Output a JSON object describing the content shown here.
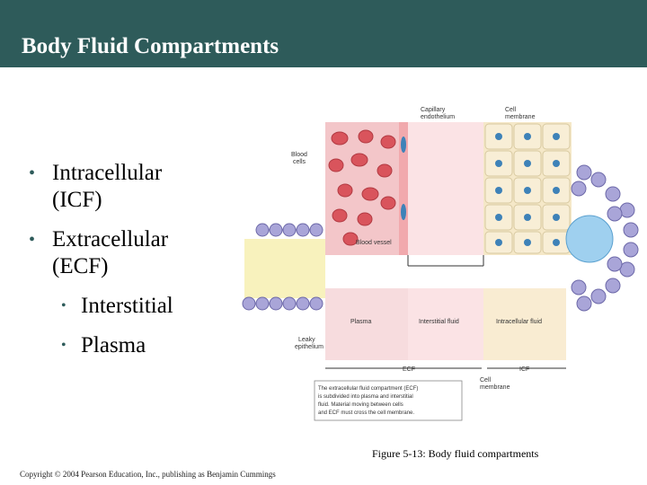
{
  "title": "Body Fluid Compartments",
  "bullets": [
    {
      "text": "Intracellular (ICF)",
      "line1": "Intracellular",
      "line2": "(ICF)"
    },
    {
      "text": "Extracellular (ECF)",
      "line1": "Extracellular",
      "line2": "(ECF)",
      "sub": [
        "Interstitial",
        "Plasma"
      ]
    }
  ],
  "figure": {
    "labels": {
      "capillary_endothelium_1": "Capillary",
      "capillary_endothelium_2": "endothelium",
      "cell_membrane_top_1": "Cell",
      "cell_membrane_top_2": "membrane",
      "blood_cells_1": "Blood",
      "blood_cells_2": "cells",
      "blood_vessel": "Blood vessel",
      "plasma": "Plasma",
      "interstitial_fluid": "Interstitial fluid",
      "intracellular_fluid": "Intracellular fluid",
      "leaky_epithelium_1": "Leaky",
      "leaky_epithelium_2": "epithelium",
      "ecf": "ECF",
      "icf": "ICF",
      "cell_membrane_bottom_1": "Cell",
      "cell_membrane_bottom_2": "membrane"
    },
    "note_lines": [
      "The extracellular fluid compartment (ECF)",
      "is subdivided into plasma and interstitial",
      "fluid. Material moving between cells",
      "and ECF must cross the cell membrane."
    ]
  },
  "caption": "Figure 5-13: Body fluid compartments",
  "copyright": "Copyright © 2004 Pearson Education, Inc., publishing as Benjamin Cummings",
  "colors": {
    "title_bar": "#2e5b5a",
    "plasma": "#f7dcde",
    "interstitial": "#fbe3e5",
    "intracellular": "#f9ecd2",
    "epithelium": "#f8f2bd",
    "cell_purple": "#a9a5d8",
    "nucleus_blue": "#3e82b8",
    "rbc": "#d9545c"
  }
}
